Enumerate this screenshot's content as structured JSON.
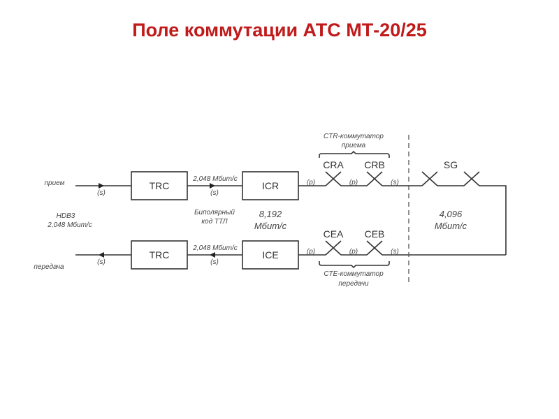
{
  "title": "Поле коммутации АТС МТ-20/25",
  "diagram": {
    "input_label": "прием",
    "output_label": "передача",
    "line_code": "HDB3",
    "line_rate": "2,048 Мбит/с",
    "signal_s": "(s)",
    "signal_p": "(p)",
    "trc_top": "TRC",
    "trc_bottom": "TRC",
    "icr": "ICR",
    "ice": "ICE",
    "rate_2048_top": "2,048 Мбит/с",
    "rate_2048_bottom": "2,048 Мбит/с",
    "code_line1": "Биполярный",
    "code_line2": "код ТТЛ",
    "rate_8192_line1": "8,192",
    "rate_8192_line2": "Мбит/с",
    "cra": "CRA",
    "crb": "CRB",
    "cea": "CEA",
    "ceb": "CEB",
    "sg": "SG",
    "ctr_line1": "CTR-коммутатор",
    "ctr_line2": "приема",
    "cte_line1": "CTE-коммутатор",
    "cte_line2": "передачи",
    "rate_4096_line1": "4,096",
    "rate_4096_line2": "Мбит/с"
  }
}
